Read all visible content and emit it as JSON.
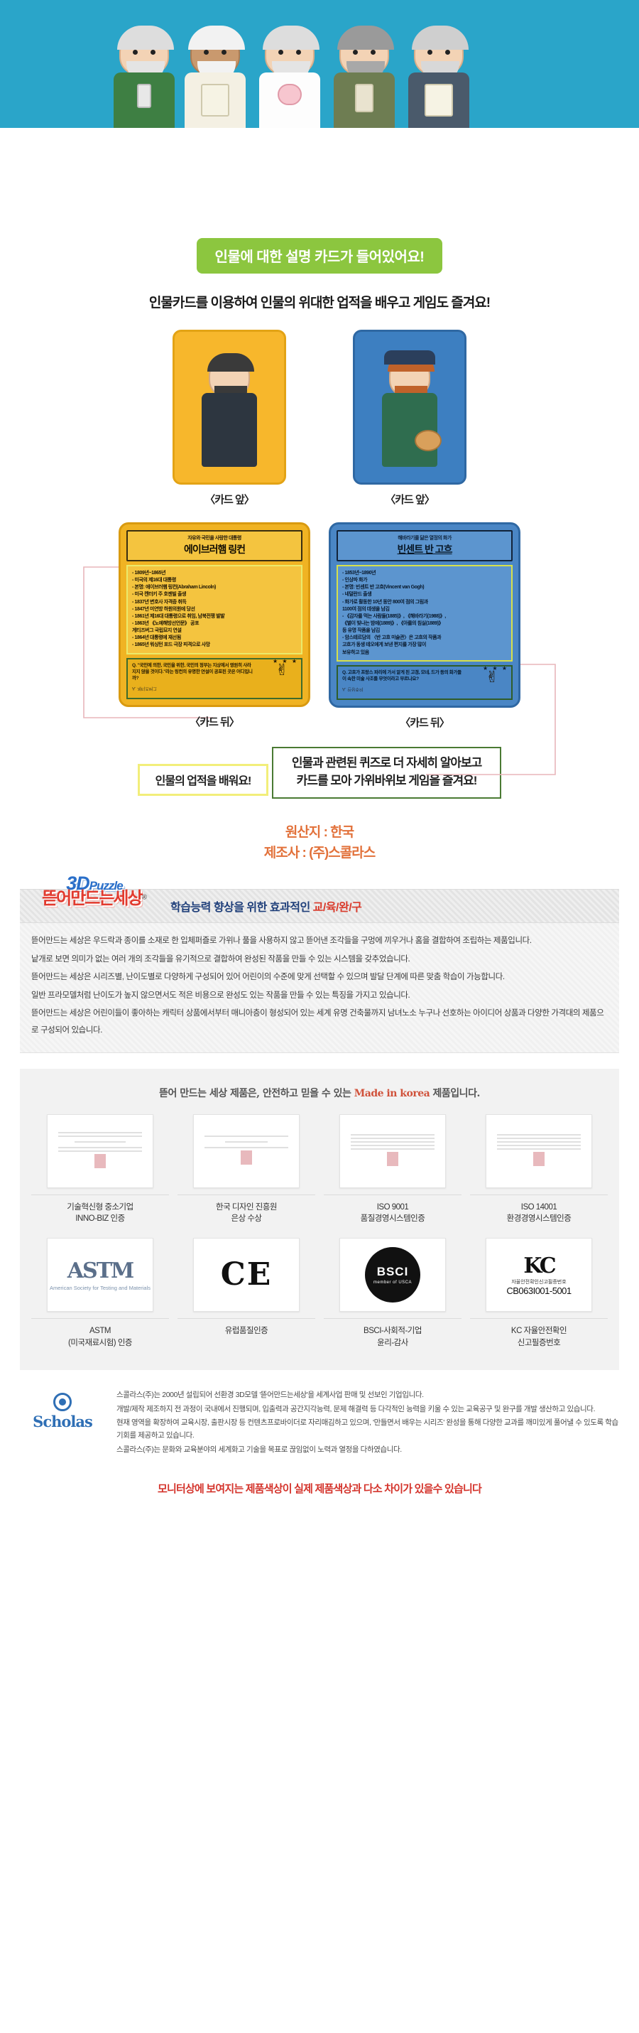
{
  "hero": {
    "alt": "five cartoon historical figure characters on teal background",
    "characters": [
      "inventor-character",
      "artist-character",
      "scientist-character",
      "thinker-character",
      "leader-character"
    ]
  },
  "section_cards": {
    "banner": "인물에 대한 설명 카드가 들어있어요!",
    "banner_color": "#8cc63f",
    "subhead": "인물카드를 이용하여 인물의 위대한 업적을 배우고 게임도 즐겨요!",
    "front_label_left": "〈카드 앞〉",
    "front_label_right": "〈카드 앞〉",
    "back_label_left": "〈카드 뒤〉",
    "back_label_right": "〈카드 뒤〉",
    "callout_yellow": "인물의 업적을 배워요!",
    "callout_green_line1": "인물과 관련된 퀴즈로 더 자세히 알아보고",
    "callout_green_line2": "카드를 모아 가위바위보 게임을 즐겨요!"
  },
  "card_lincoln": {
    "subtitle": "자유와 국민을 사랑한 대통령",
    "name": "에이브러햄 링컨",
    "facts": [
      "- 1809년~1865년",
      "- 미국의 제16대 대통령",
      "- 본명: 에이브러햄 링컨(Abraham Lincoln)",
      "- 미국 켄터키 주 호젠빌 출생",
      "- 1837년 변호사 자격증 취득",
      "- 1847년 미연방 하원의원에 당선",
      "- 1861년 제16대 대통령으로 취임, 남북전쟁 발발",
      "- 1863년 《노예해방선언문》 공포",
      "   게티즈버그 국립묘지 연설",
      "- 1864년 대통령에 재선됨",
      "- 1865년 워싱턴 포드 극장 피격으로 사망"
    ],
    "quiz": "Q. \"국민에 의한, 국민을 위한, 국민의 정부는 지상에서 영원히 사라지지 않을 것이다.\"라는 링컨의 유명한 연설이 공포된 곳은 어디입니까?",
    "answer": "A. 게티즈버그",
    "bg_color": "#f0b323"
  },
  "card_gogh": {
    "subtitle": "해바라기를 닮은 열정의 화가",
    "name": "빈센트 반 고흐",
    "facts": [
      "- 1853년~1890년",
      "- 인상파 화가",
      "- 본명: 빈센트 반 고흐(Vincent van Gogh)",
      "- 네덜란드 출생",
      "- 화가로 활동한 10년 동안 800여 점의 그림과",
      "   1100여 점의 데생을 남김",
      "- 《감자를 먹는 사람들(1885)》, 《해바라기(1988)》,",
      "   《별이 빛나는 밤에(1889)》, 《아를의 침실(1889)》",
      "   등 유명 작품을 남김",
      "- 암스테르담의 〈반 고흐 미술관〉은 고흐의 작품과",
      "   고흐가 동생 테오에게 보낸 편지를 가장 많이",
      "   보유하고 있음"
    ],
    "quiz": "Q. 고흐가 프랑스 파리에 가서 알게 된 고갱, 모네, 드가 등의 화가들이 속한 미술 사조를 무엇이라고 부르나요?",
    "answer": "A. 인상주의",
    "bg_color": "#4a86c5"
  },
  "origin": {
    "line1": "원산지 : 한국",
    "line2": "제조사 : (주)스콜라스",
    "color": "#e2713a"
  },
  "brand": {
    "logo_line1": "3D",
    "logo_line1_sub": "Puzzle",
    "logo_line2": "뜯어만드는세상",
    "registered_mark": "®",
    "tagline_plain": "학습능력 향상을 위한 효과적인 ",
    "tagline_accent": "교/육/완/구"
  },
  "description": {
    "paragraphs": [
      "뜯어만드는 세상은 우드락과 종이를 소재로 한 입체퍼즐로 가위나 풀을 사용하지 않고 뜯어낸 조각들을 구멍에 끼우거나 홈을 결합하여 조립하는 제품입니다.",
      "낱개로 보면 의미가 없는 여러 개의 조각들을 유기적으로 결합하여 완성된 작품을 만들 수 있는 시스템을 갖추었습니다.",
      "뜯어만드는 세상은 시리즈별, 난이도별로 다양하게 구성되어 있어 어린이의 수준에 맞게 선택할 수 있으며 발달 단계에 따른 맞춤 학습이 가능합니다.",
      "일반 프라모델처럼 난이도가 높지 않으면서도 적은 비용으로 완성도 있는 작품을 만들 수 있는 특징을 가지고 있습니다.",
      "뜯어만드는 세상은 어린이들이 좋아하는 캐릭터 상품에서부터 매니아층이 형성되어 있는 세계 유명 건축물까지 남녀노소 누구나 선호하는 아이디어 상품과 다양한 가격대의 제품으로 구성되어 있습니다."
    ]
  },
  "certification": {
    "headline_plain_1": "뜯어 만드는 세상 제품은, 안전하고 믿을 수 있는 ",
    "headline_accent": "Made in korea",
    "headline_plain_2": " 제품입니다.",
    "items": [
      {
        "caption_line1": "기술혁신형 중소기업",
        "caption_line2": "INNO-BIZ 인증",
        "icon": "certificate-document-icon"
      },
      {
        "caption_line1": "한국 디자인 진흥원",
        "caption_line2": "은상 수상",
        "icon": "certificate-document-icon"
      },
      {
        "caption_line1": "ISO 9001",
        "caption_line2": "품질경영시스템인증",
        "icon": "certificate-document-icon"
      },
      {
        "caption_line1": "ISO 14001",
        "caption_line2": "환경경영시스템인증",
        "icon": "certificate-document-icon"
      },
      {
        "caption_line1": "ASTM",
        "caption_line2": "(미국재료시험) 인증",
        "icon": "astm-logo-icon",
        "logo_text": "ASTM",
        "logo_sub": "American Society for Testing and Materials"
      },
      {
        "caption_line1": "유럽품질인증",
        "caption_line2": "",
        "icon": "ce-mark-icon",
        "logo_text": "CE"
      },
      {
        "caption_line1": "BSCI-사회적-기업",
        "caption_line2": "윤리-감사",
        "icon": "bsci-seal-icon",
        "logo_text": "BSCI",
        "logo_sub": "member of USCA"
      },
      {
        "caption_line1": "KC 자율안전확인",
        "caption_line2": "신고필증번호",
        "icon": "kc-mark-icon",
        "logo_text": "KC",
        "kc_title": "자율안전확인신고필증번호",
        "kc_number": "CB063I001-5001"
      }
    ]
  },
  "footer": {
    "logo_text": "Scholas",
    "logo_icon": "scholas-circle-icon",
    "paragraphs": [
      "스콜라스(주)는 2000년 설립되어 선환경 3D모델 '뜯어만드는세상'을 세계사업 판매 및 선보인 기업입니다.",
      "개발/제작 제조하지 전 과정이 국내에서 진행되며, 입출력과 공간지각능력, 문제 해결력 등 다각적인 능력을 키울 수 있는 교육공구 및 완구를 개발 생산하고 있습니다.",
      "현재 영역을 확장하여 교육시장, 출판시장 등 컨텐츠프로바이더로 자리매김하고 있으며, '만들면서 배우는 시리즈' 완성을 통해 다양한 교과를 깨미있게 풀어낼 수 있도록 학습기회를 제공하고 있습니다.",
      "스콜라스(주)는 문화와 교육분야의 세계화고 기술을 목표로 끊임없이 노력과 열정을 다하였습니다."
    ]
  },
  "notice": "모니터상에 보여지는 제품색상이 실제 제품색상과 다소 차이가 있을수 있습니다"
}
